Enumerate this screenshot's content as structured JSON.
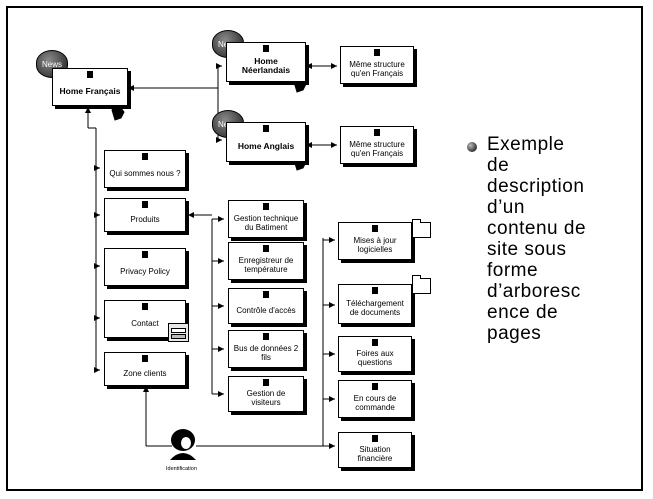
{
  "diagram": {
    "home_fr": "Home Français",
    "home_nl": "Home Néerlandais",
    "home_en": "Home Anglais",
    "same_structure_1": "Même structure qu'en Français",
    "same_structure_2": "Même structure qu'en Français",
    "news_1": "News",
    "news_2": "News",
    "news_3": "News",
    "qui": "Qui sommes nous ?",
    "produits": "Produits",
    "privacy": "Privacy Policy",
    "contact": "Contact",
    "zone": "Zone clients",
    "gestion_tech": "Gestion technique du Batiment",
    "enregistreur": "Enregistreur de température",
    "controle": "Contrôle d'accès",
    "bus": "Bus de données 2 fils",
    "visiteurs": "Gestion de visiteurs",
    "mises": "Mises à jour logicielles",
    "telechargement": "Téléchargement de documents",
    "foires": "Foires aux questions",
    "encours": "En cours de commande",
    "situation": "Situation financière",
    "identification": "Identification"
  },
  "description": "Exemple\nde\ndescription\nd’un\ncontenu de\nsite sous\nforme\nd’arboresc\nence de\npages"
}
